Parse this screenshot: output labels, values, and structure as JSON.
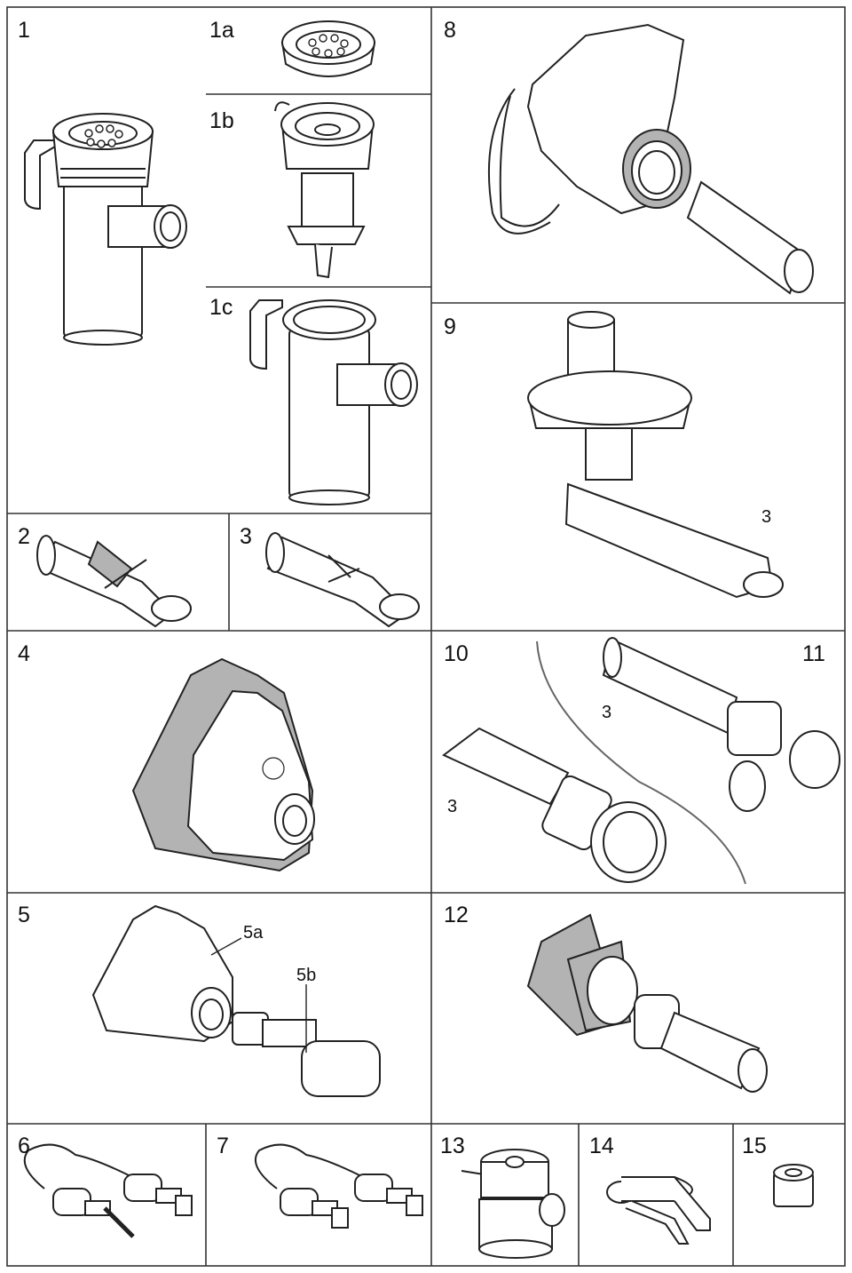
{
  "panels": {
    "p1": "1",
    "p1a": "1a",
    "p1b": "1b",
    "p1c": "1c",
    "p2": "2",
    "p3": "3",
    "p4": "4",
    "p5": "5",
    "p6": "6",
    "p7": "7",
    "p8": "8",
    "p9": "9",
    "p10": "10",
    "p11": "11",
    "p12": "12",
    "p13": "13",
    "p14": "14",
    "p15": "15"
  },
  "callouts": {
    "c9": "3",
    "c10": "3",
    "c11": "3",
    "c5a": "5a",
    "c5b": "5b"
  },
  "colors": {
    "line": "#222222",
    "fill": "#ffffff",
    "shade": "#b3b3b3",
    "frame": "#333333"
  }
}
